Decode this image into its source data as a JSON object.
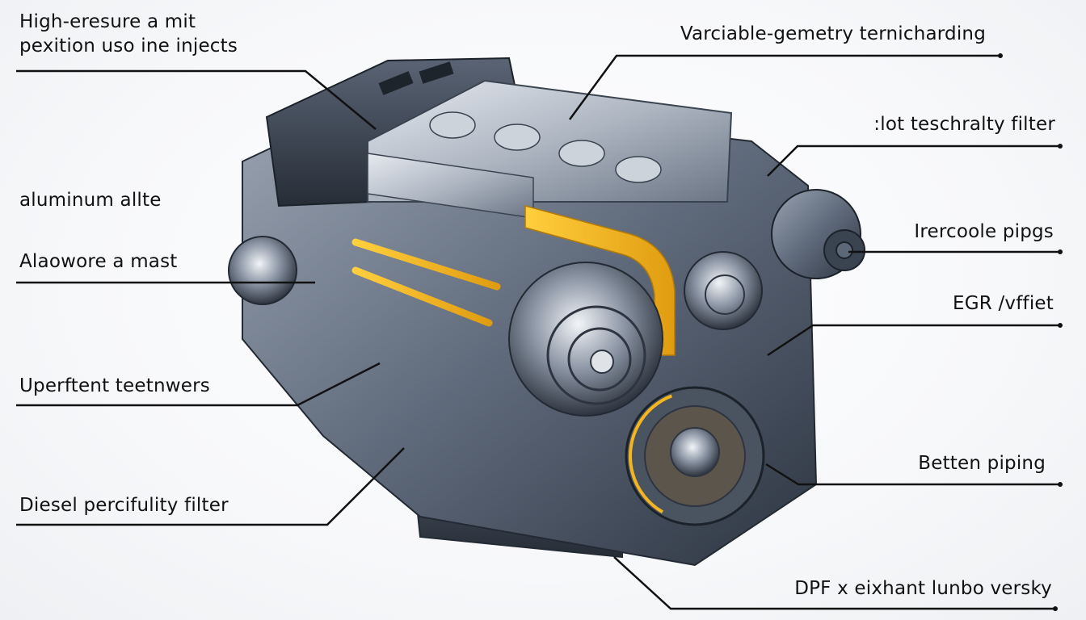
{
  "diagram": {
    "subject": "Diesel engine cutaway illustration with callout labels",
    "accent_color": "#f5b51e",
    "metal_color": "#5c6778",
    "line_color": "#111111"
  },
  "labels_left": [
    {
      "id": "l1",
      "line1": "High-eresure a mit",
      "line2": "pexition uso ine injects"
    },
    {
      "id": "l2",
      "text": "aluminum allte"
    },
    {
      "id": "l3",
      "text": "Alaowore a mast"
    },
    {
      "id": "l4",
      "text": "Uperftent teetnwers"
    },
    {
      "id": "l5",
      "text": "Diesel percifulity filter"
    }
  ],
  "labels_right": [
    {
      "id": "r1",
      "text": "Varciable-gemetry ternicharding"
    },
    {
      "id": "r2",
      "text": ":lot teschralty filter"
    },
    {
      "id": "r3",
      "text": "Irercoole pipgs"
    },
    {
      "id": "r4",
      "text": "EGR /vffiet"
    },
    {
      "id": "r5",
      "text": "Betten piping"
    },
    {
      "id": "r6",
      "text": "DPF x eixhant lunbo versky"
    }
  ]
}
